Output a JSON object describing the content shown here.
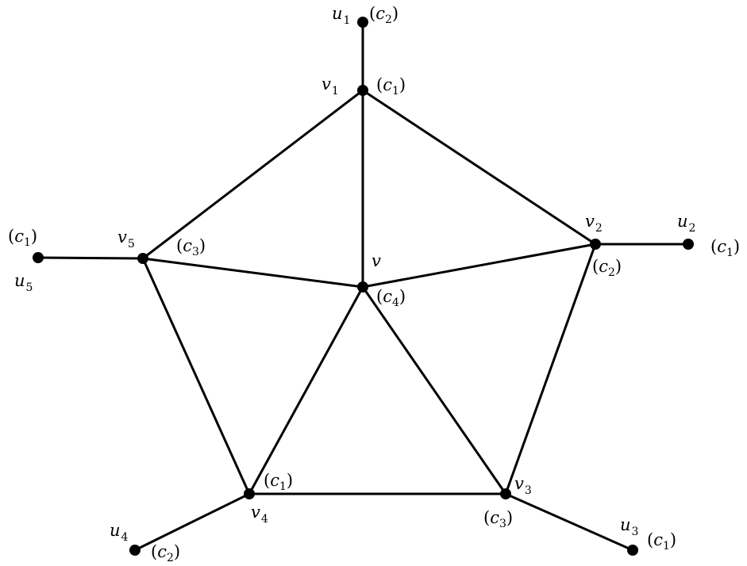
{
  "diagram": {
    "vertices": [
      {
        "id": "u1",
        "name": "u",
        "sub": "1",
        "color": "2"
      },
      {
        "id": "v1",
        "name": "v",
        "sub": "1",
        "color": "1"
      },
      {
        "id": "v2",
        "name": "v",
        "sub": "2",
        "color": "2"
      },
      {
        "id": "u2",
        "name": "u",
        "sub": "2",
        "color": "1"
      },
      {
        "id": "v",
        "name": "v",
        "sub": "",
        "color": "4"
      },
      {
        "id": "v5",
        "name": "v",
        "sub": "5",
        "color": "3"
      },
      {
        "id": "u5",
        "name": "u",
        "sub": "5",
        "color": "1"
      },
      {
        "id": "v4",
        "name": "v",
        "sub": "4",
        "color": "1"
      },
      {
        "id": "u4",
        "name": "u",
        "sub": "4",
        "color": "2"
      },
      {
        "id": "v3",
        "name": "v",
        "sub": "3",
        "color": "3"
      },
      {
        "id": "u3",
        "name": "u",
        "sub": "3",
        "color": "1"
      }
    ],
    "edges": [
      [
        "u1",
        "v1"
      ],
      [
        "v1",
        "v2"
      ],
      [
        "v1",
        "v5"
      ],
      [
        "v1",
        "v"
      ],
      [
        "v2",
        "u2"
      ],
      [
        "v2",
        "v"
      ],
      [
        "v2",
        "v3"
      ],
      [
        "v5",
        "u5"
      ],
      [
        "v5",
        "v"
      ],
      [
        "v5",
        "v4"
      ],
      [
        "v",
        "v4"
      ],
      [
        "v",
        "v3"
      ],
      [
        "v4",
        "v3"
      ],
      [
        "v4",
        "u4"
      ],
      [
        "v3",
        "u3"
      ]
    ],
    "color_prefix": "c"
  }
}
